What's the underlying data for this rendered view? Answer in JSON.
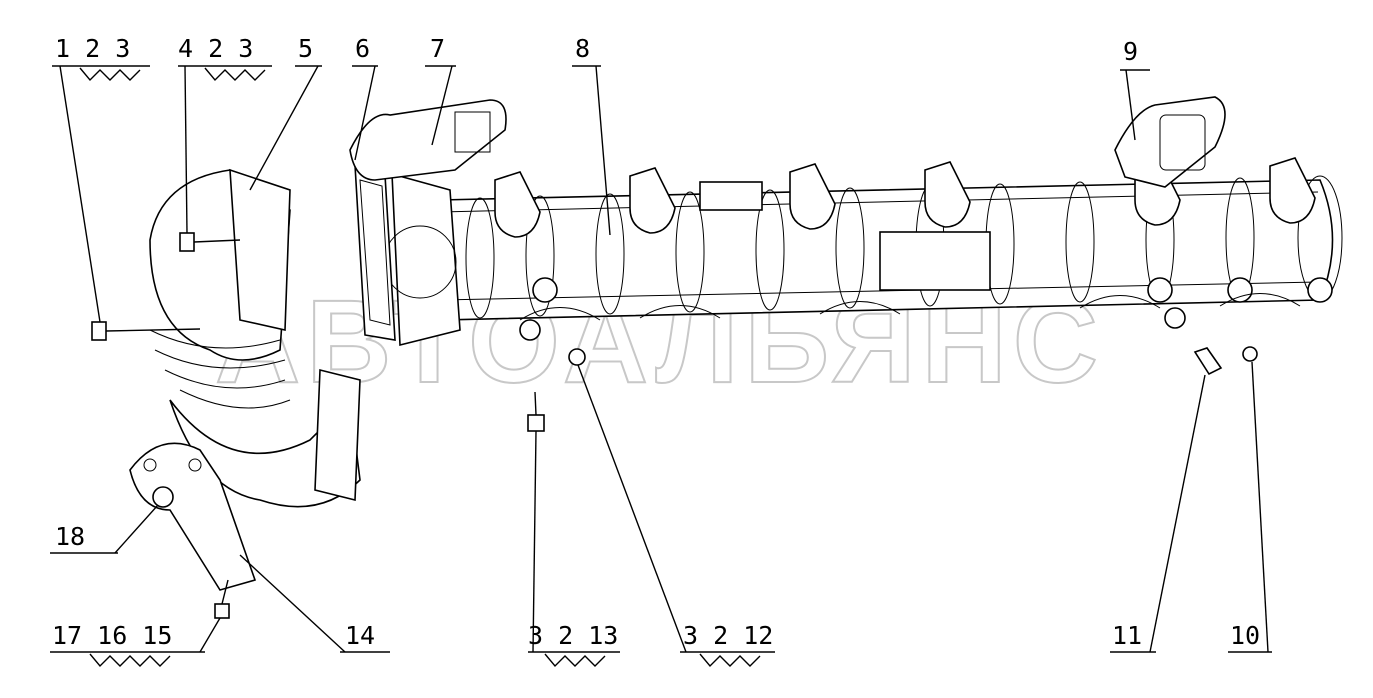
{
  "watermark": "АВТОАЛЬЯНС",
  "callouts": [
    {
      "id": "c-1-2-3",
      "text": "1 2 3"
    },
    {
      "id": "c-4-2-3",
      "text": "4 2 3"
    },
    {
      "id": "c-5",
      "text": "5"
    },
    {
      "id": "c-6",
      "text": "6"
    },
    {
      "id": "c-7",
      "text": "7"
    },
    {
      "id": "c-8",
      "text": "8"
    },
    {
      "id": "c-9",
      "text": "9"
    },
    {
      "id": "c-18",
      "text": "18"
    },
    {
      "id": "c-14",
      "text": "14"
    },
    {
      "id": "c-17-16-15",
      "text": "17 16 15"
    },
    {
      "id": "c-3-2-13",
      "text": "3 2 13"
    },
    {
      "id": "c-3-2-12",
      "text": "3 2 12"
    },
    {
      "id": "c-11",
      "text": "11"
    },
    {
      "id": "c-10",
      "text": "10"
    }
  ]
}
